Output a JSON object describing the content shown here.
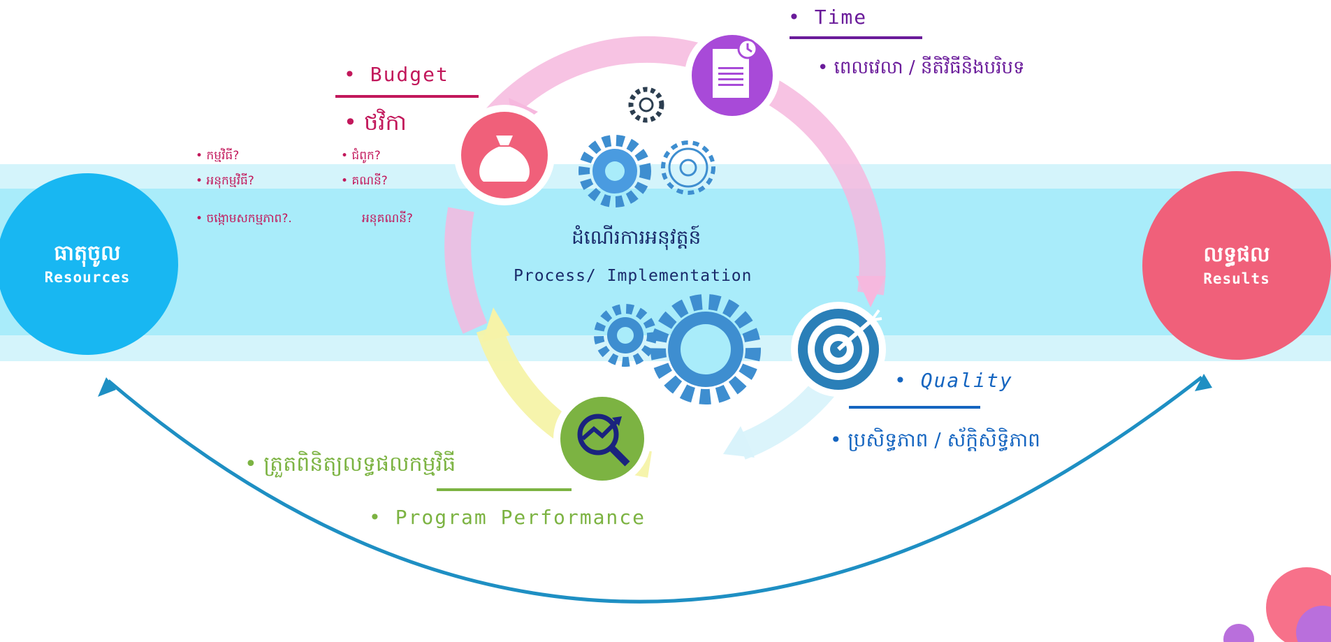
{
  "resources": {
    "title_kh": "ធាតុចូល",
    "title_en": "Resources"
  },
  "results": {
    "title_kh": "លទ្ធផល",
    "title_en": "Results"
  },
  "center": {
    "title_kh": "ដំណើរការអនុវត្តន៍",
    "title_en": "Process/ Implementation"
  },
  "budget": {
    "label_en": "• Budget",
    "label_kh": "•   ថវិកា",
    "questions_left": [
      "•  កម្មវិធី?",
      "•  អនុកម្មវិធី?",
      "•  ចង្កោមសកម្មភាព?."
    ],
    "questions_right": [
      "•  ជំពូក?",
      "•  គណនី?",
      "អនុគណនី?"
    ]
  },
  "time": {
    "label_en": "• Time",
    "label_kh": "•   ពេលវេលា / នីតិវិធីនិងបរិបទ"
  },
  "quality": {
    "label_en": "• Quality",
    "label_kh": "•  ប្រសិទ្ធភាព / ស័ក្តិសិទ្ធិភាព"
  },
  "performance": {
    "label_kh": "•   ត្រួតពិនិត្យលទ្ធផលកម្មវិធី",
    "label_en": "• Program Performance"
  },
  "colors": {
    "budget": "#c2185b",
    "time": "#6a1b9a",
    "quality": "#1565c0",
    "performance": "#7cb342",
    "resources": "#18b7f2",
    "results": "#f0607a",
    "gear": "#3e8ed0",
    "arrow": "#1e8fc3"
  }
}
